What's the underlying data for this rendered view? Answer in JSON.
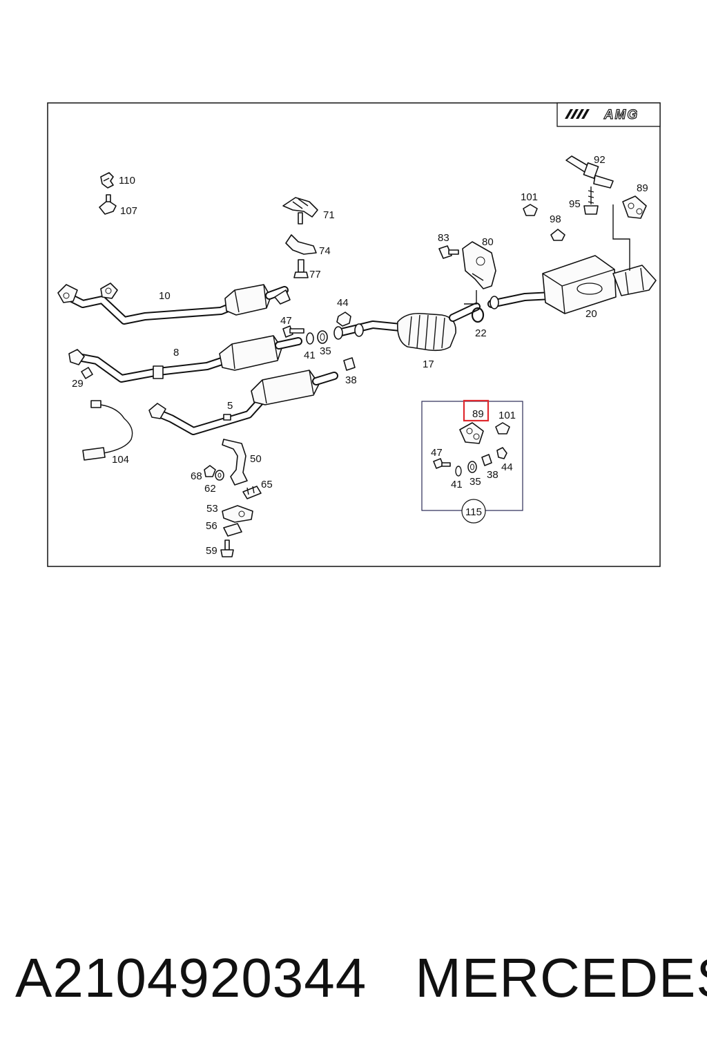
{
  "logo": {
    "text": "AMG"
  },
  "callouts": [
    {
      "id": "c110",
      "text": "110"
    },
    {
      "id": "c107",
      "text": "107"
    },
    {
      "id": "c71",
      "text": "71"
    },
    {
      "id": "c74",
      "text": "74"
    },
    {
      "id": "c77",
      "text": "77"
    },
    {
      "id": "c10",
      "text": "10"
    },
    {
      "id": "c47a",
      "text": "47"
    },
    {
      "id": "c44a",
      "text": "44"
    },
    {
      "id": "c41a",
      "text": "41"
    },
    {
      "id": "c35a",
      "text": "35"
    },
    {
      "id": "c38a",
      "text": "38"
    },
    {
      "id": "c8",
      "text": "8"
    },
    {
      "id": "c29",
      "text": "29"
    },
    {
      "id": "c5",
      "text": "5"
    },
    {
      "id": "c104",
      "text": "104"
    },
    {
      "id": "c50",
      "text": "50"
    },
    {
      "id": "c68",
      "text": "68"
    },
    {
      "id": "c62",
      "text": "62"
    },
    {
      "id": "c65",
      "text": "65"
    },
    {
      "id": "c53",
      "text": "53"
    },
    {
      "id": "c56",
      "text": "56"
    },
    {
      "id": "c59",
      "text": "59"
    },
    {
      "id": "c83",
      "text": "83"
    },
    {
      "id": "c80",
      "text": "80"
    },
    {
      "id": "c22",
      "text": "22"
    },
    {
      "id": "c17",
      "text": "17"
    },
    {
      "id": "c101a",
      "text": "101"
    },
    {
      "id": "c98",
      "text": "98"
    },
    {
      "id": "c95",
      "text": "95"
    },
    {
      "id": "c92",
      "text": "92"
    },
    {
      "id": "c89a",
      "text": "89"
    },
    {
      "id": "c20",
      "text": "20"
    },
    {
      "id": "c89b",
      "text": "89"
    },
    {
      "id": "c101b",
      "text": "101"
    },
    {
      "id": "c47b",
      "text": "47"
    },
    {
      "id": "c41b",
      "text": "41"
    },
    {
      "id": "c35b",
      "text": "35"
    },
    {
      "id": "c38b",
      "text": "38"
    },
    {
      "id": "c44b",
      "text": "44"
    },
    {
      "id": "c115",
      "text": "115"
    }
  ],
  "highlight": {
    "part": "89",
    "color": "#e0282d"
  },
  "footer": {
    "part_number": "A2104920344",
    "brand": "MERCEDES"
  }
}
